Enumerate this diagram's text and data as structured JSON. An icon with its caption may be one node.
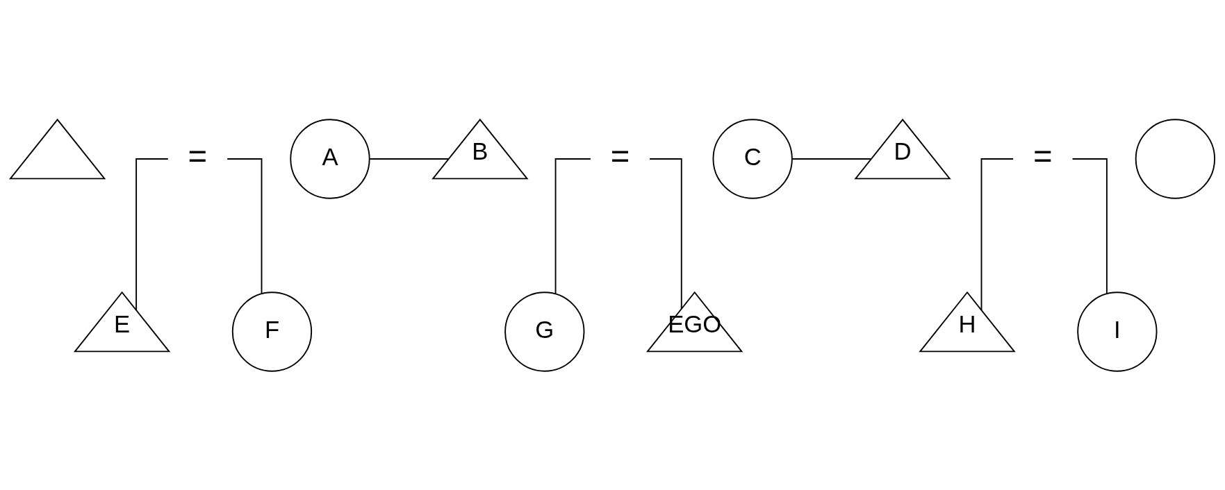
{
  "diagram": {
    "nodes": [
      {
        "text": [],
        "shape": "triangle"
      },
      {
        "text": [
          "="
        ]
      },
      {
        "text": [
          "A"
        ]
      },
      {
        "text": [
          "B"
        ]
      },
      {
        "text": [
          "="
        ]
      },
      {
        "text": [
          "C"
        ]
      },
      {
        "text": [
          "D"
        ]
      },
      {
        "text": [
          "="
        ]
      },
      {
        "text": [],
        "shape": "circle"
      },
      {
        "text": [
          "E"
        ]
      },
      {
        "text": [
          "F"
        ]
      },
      {
        "text": [
          "G"
        ]
      },
      {
        "text": [
          "EGO"
        ]
      },
      {
        "text": [
          "H"
        ]
      },
      {
        "text": [
          "I"
        ]
      }
    ],
    "edges": [
      {
        "from": 2,
        "to": 3,
        "arrow": "none"
      },
      {
        "from": 5,
        "to": 6,
        "arrow": "none"
      },
      {
        "from": 1,
        "to": 9,
        "arrow": "none"
      },
      {
        "from": 1,
        "to": 10,
        "arrow": "none"
      },
      {
        "from": 4,
        "to": 11,
        "arrow": "none"
      },
      {
        "from": 4,
        "to": 12,
        "arrow": "none"
      },
      {
        "from": 7,
        "to": 13,
        "arrow": "none"
      },
      {
        "from": 7,
        "to": 14,
        "arrow": "none"
      }
    ]
  }
}
